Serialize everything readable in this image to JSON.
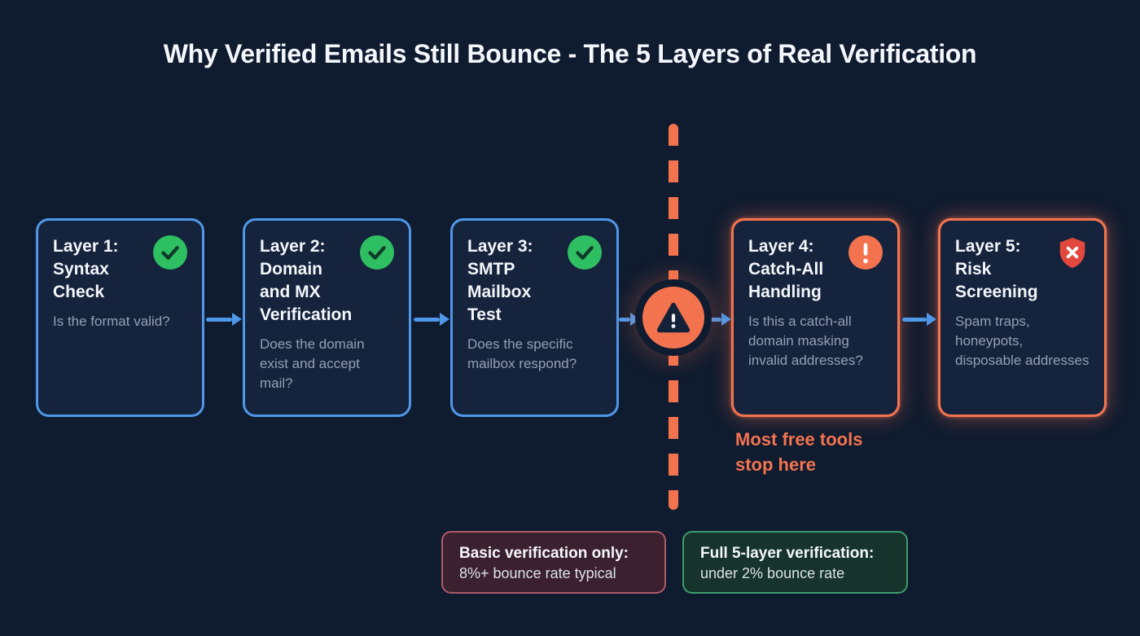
{
  "title": "Why Verified Emails Still Bounce - The 5 Layers of Real Verification",
  "layers": [
    {
      "name": "Layer 1",
      "title": "Layer 1:\nSyntax\nCheck",
      "subtitle": "Is the format valid?",
      "icon": "check-circle-icon",
      "status": "pass"
    },
    {
      "name": "Layer 2",
      "title": "Layer 2:\nDomain\nand MX\nVerification",
      "subtitle": "Does the domain exist and accept mail?",
      "icon": "check-circle-icon",
      "status": "pass"
    },
    {
      "name": "Layer 3",
      "title": "Layer 3:\nSMTP\nMailbox\nTest",
      "subtitle": "Does the specific mailbox respond?",
      "icon": "check-circle-icon",
      "status": "pass"
    },
    {
      "name": "Layer 4",
      "title": "Layer 4:\nCatch-All\nHandling",
      "subtitle": "Is this a catch-all domain masking invalid addresses?",
      "icon": "alert-circle-icon",
      "status": "warning"
    },
    {
      "name": "Layer 5",
      "title": "Layer 5:\nRisk\nScreening",
      "subtitle": "Spam traps, honeypots, disposable addresses",
      "icon": "shield-x-icon",
      "status": "risk"
    }
  ],
  "divider": {
    "annotation": "Most free tools\nstop here",
    "icon": "warning-triangle-icon"
  },
  "legend": [
    {
      "title": "Basic verification only:",
      "subtitle": "8%+ bounce rate typical",
      "tone": "bad"
    },
    {
      "title": "Full 5-layer verification:",
      "subtitle": "under 2% bounce rate",
      "tone": "good"
    }
  ],
  "colors": {
    "background": "#0f1b2f",
    "card_background": "#15233c",
    "pass_border_blue": "#4f97e8",
    "warning_orange": "#f4734f",
    "check_green": "#2fbf63",
    "risk_red": "#e2483d",
    "muted_text": "#93a0b4",
    "bad_box_bg": "#3b2130",
    "bad_box_border": "#ad5a66",
    "good_box_bg": "#16342b",
    "good_box_border": "#3d9c6c"
  }
}
